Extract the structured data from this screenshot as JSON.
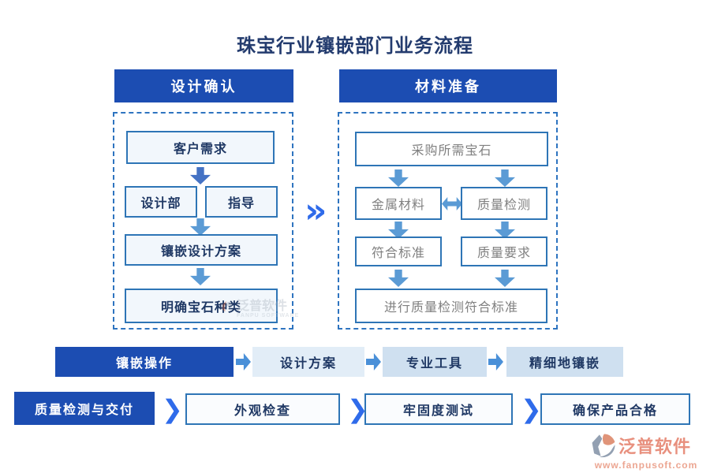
{
  "title": "珠宝行业镶嵌部门业务流程",
  "design": {
    "header": "设计确认",
    "customer_needs": "客户需求",
    "design_dept": "设计部",
    "guidance": "指导",
    "setting_plan": "镶嵌设计方案",
    "gem_types": "明确宝石种类"
  },
  "material": {
    "header": "材料准备",
    "purchase": "采购所需宝石",
    "metal": "金属材料",
    "quality_check": "质量检测",
    "meet_standard": "符合标准",
    "quality_req": "质量要求",
    "final": "进行质量检测符合标准"
  },
  "setting_row": {
    "header": "镶嵌操作",
    "step1": "设计方案",
    "step2": "专业工具",
    "step3": "精细地镶嵌"
  },
  "delivery_row": {
    "header": "质量检测与交付",
    "step1": "外观检查",
    "step2": "牢固度测试",
    "step3": "确保产品合格"
  },
  "icons": {
    "double_chevron": "»",
    "chevron": "❯"
  },
  "watermark": {
    "brand": "泛普软件",
    "brand_en": "FANPU SOFTWARE",
    "url": "www.fanpusoft.com"
  },
  "colors": {
    "header_bg": "#1c4db2",
    "box_border": "#2e75b6",
    "navy_text": "#1f3864",
    "gray_text": "#808080",
    "arrow_dark": "#4472c4",
    "arrow_light": "#5b9bd5",
    "chevron_blue": "#2f6bea",
    "light_fill": "#f2f7fc",
    "step_fill": "#cfe0f0",
    "brand_color": "#e8907e"
  }
}
